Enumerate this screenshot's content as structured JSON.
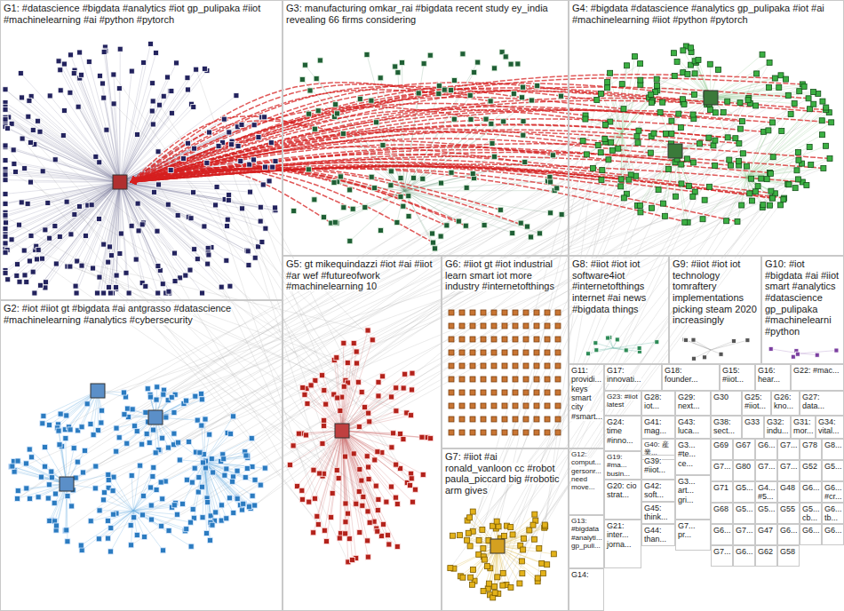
{
  "diagram": {
    "nodes": [
      {
        "text": [
          "G1: #datascience #bigdata #analytics #iot gp_pulipaka #iiot #machinelearning #ai #python #pytorch"
        ]
      },
      {
        "text": [
          "G3: manufacturing omkar_rai #bigdata recent study ey_india revealing 66 firms considering"
        ]
      },
      {
        "text": [
          "G4: #bigdata #datascience #analytics gp_pulipaka #iot #ai #machinelearning #iiot #python #pytorch"
        ]
      },
      {
        "text": [
          "G5: gt mikequindazzi #iot #ai #iiot #ar wef #futureofwork #machinelearning 10"
        ]
      },
      {
        "text": [
          "G6: #iiot gt #iot industrial learn smart iot more industry #internetofthings"
        ]
      },
      {
        "text": [
          "G8: #iiot #iot iot software4iot #internetofthings internet #ai news #bigdata things"
        ]
      },
      {
        "text": [
          "G9: #iiot #iot iot technology tomraftery implementations picking steam 2020 increasingly"
        ]
      },
      {
        "text": [
          "G10: #iot #bigdata #ai #iiot smart #analytics #datascience gp_pulipaka #machinelearni #python"
        ]
      },
      {
        "text": [
          "G2: #iot #iiot gt #bigdata #ai antgrasso #datascience #machinelearning #analytics #cybersecurity"
        ]
      },
      {
        "text": [
          "G11: providi... keys smart city #smart..."
        ]
      },
      {
        "text": [
          "G17: innovati..."
        ]
      },
      {
        "text": [
          "G18: founder..."
        ]
      },
      {
        "text": [
          "G15: #iiot..."
        ]
      },
      {
        "text": [
          "G16: hear..."
        ]
      },
      {
        "text": [
          "G22: #mac..."
        ]
      },
      {
        "text": [
          "G23: #iiot latest"
        ]
      },
      {
        "text": [
          "G28: iot..."
        ]
      },
      {
        "text": [
          "G29: next..."
        ]
      },
      {
        "text": [
          "G30"
        ]
      },
      {
        "text": [
          "G25: #iiot..."
        ]
      },
      {
        "text": [
          "G26: kno..."
        ]
      },
      {
        "text": [
          "G27: data..."
        ]
      },
      {
        "text": [
          "G24: time #inno..."
        ]
      },
      {
        "text": [
          "G41: mag..."
        ]
      },
      {
        "text": [
          "G43: luca..."
        ]
      },
      {
        "text": [
          "G38: sect..."
        ]
      },
      {
        "text": [
          "G33"
        ]
      },
      {
        "text": [
          "G32: indu..."
        ]
      },
      {
        "text": [
          "G31: mor..."
        ]
      },
      {
        "text": [
          "G34: vital..."
        ]
      },
      {
        "text": [
          "G40: 産業..."
        ]
      },
      {
        "text": [
          "G3... #te... ce..."
        ]
      },
      {
        "text": [
          "G69"
        ]
      },
      {
        "text": [
          "G67"
        ]
      },
      {
        "text": [
          "G6..."
        ]
      },
      {
        "text": [
          "G7..."
        ]
      },
      {
        "text": [
          "G78"
        ]
      },
      {
        "text": [
          "G8..."
        ]
      },
      {
        "text": [
          "G7: #iiot #ai ronald_vanloon cc #robot paula_piccard big #robotic arm gives"
        ]
      },
      {
        "text": [
          "G12: comput... gersonr... need move..."
        ]
      },
      {
        "text": [
          "G19: #ma... busin..."
        ]
      },
      {
        "text": [
          "G39: #iiot..."
        ]
      },
      {
        "text": [
          "G7..."
        ]
      },
      {
        "text": [
          "G80"
        ]
      },
      {
        "text": [
          "G7..."
        ]
      },
      {
        "text": [
          "G7..."
        ]
      },
      {
        "text": [
          "G52"
        ]
      },
      {
        "text": [
          "G5..."
        ]
      },
      {
        "text": [
          "G20: cio strat..."
        ]
      },
      {
        "text": [
          "G42: soft..."
        ]
      },
      {
        "text": [
          "G3... art... gri..."
        ]
      },
      {
        "text": [
          "G71"
        ]
      },
      {
        "text": [
          "G5..."
        ]
      },
      {
        "text": [
          "G4... #5..."
        ]
      },
      {
        "text": [
          "G48"
        ]
      },
      {
        "text": [
          "G6..."
        ]
      },
      {
        "text": [
          "G6... #cr..."
        ]
      },
      {
        "text": [
          "G45: think..."
        ]
      },
      {
        "text": [
          "G68"
        ]
      },
      {
        "text": [
          "G5..."
        ]
      },
      {
        "text": [
          "G5..."
        ]
      },
      {
        "text": [
          "G55"
        ]
      },
      {
        "text": [
          "G5... cb..."
        ]
      },
      {
        "text": [
          "G6... tb..."
        ]
      },
      {
        "text": [
          "G13: #bigdata #analyti... gp_puli..."
        ]
      },
      {
        "text": [
          "G21: inter... jorna..."
        ]
      },
      {
        "text": [
          "G44: than..."
        ]
      },
      {
        "text": [
          "G7... pr..."
        ]
      },
      {
        "text": [
          "G6..."
        ]
      },
      {
        "text": [
          "G7..."
        ]
      },
      {
        "text": [
          "G47"
        ]
      },
      {
        "text": [
          "G6..."
        ]
      },
      {
        "text": [
          "G6..."
        ]
      },
      {
        "text": [
          "G6..."
        ]
      },
      {
        "text": [
          "G7..."
        ]
      },
      {
        "text": [
          "G6..."
        ]
      },
      {
        "text": [
          "G62"
        ]
      },
      {
        "text": [
          "G58"
        ]
      },
      {
        "text": [
          "G14:"
        ]
      }
    ]
  }
}
